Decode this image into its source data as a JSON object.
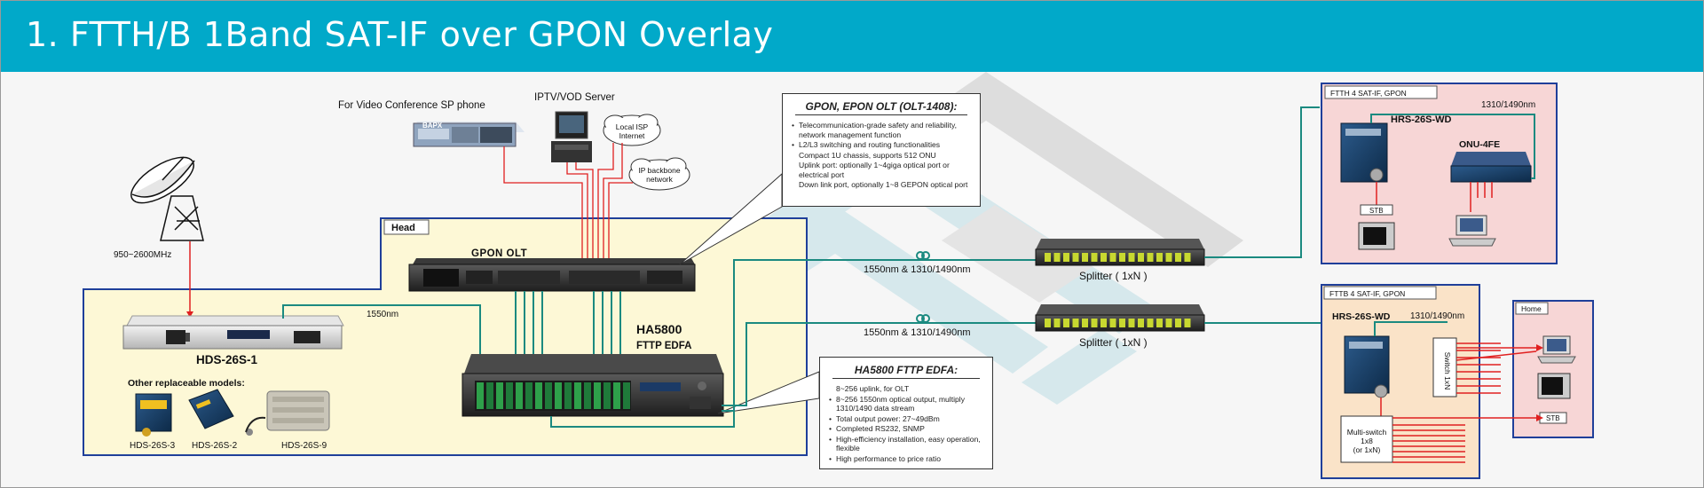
{
  "header": {
    "title": "1.   FTTH/B 1Band SAT-IF over GPON Overlay"
  },
  "head_box": {
    "label": "Head"
  },
  "top_devices": {
    "pbx_label": "For Video Conference SP phone",
    "pbx_brand": "BAPX",
    "iptv_label": "IPTV/VOD Server",
    "cloud_isp": [
      "Local ISP",
      "Internet"
    ],
    "cloud_backbone": [
      "IP backbone",
      "network"
    ]
  },
  "satellite": {
    "freq_label": "950~2600MHz"
  },
  "hds": {
    "name": "HDS-26S-1",
    "fiber_label": "1550nm",
    "other_title": "Other replaceable models:",
    "models": [
      "HDS-26S-3",
      "HDS-26S-2",
      "HDS-26S-9"
    ]
  },
  "gpon_olt": {
    "label": "GPON OLT"
  },
  "edfa": {
    "name": "HA5800",
    "sub": "FTTP EDFA"
  },
  "olt_info": {
    "title": "GPON, EPON OLT  (OLT-1408):",
    "items": [
      {
        "text": "Telecommunication-grade safety and reliability, network management function",
        "bullet": true
      },
      {
        "text": "L2/L3 switching and routing functionalities",
        "bullet": true
      },
      {
        "text": "Compact 1U chassis, supports 512 ONU",
        "bullet": false
      },
      {
        "text": "Uplink port: optionally 1~4giga optical port or electrical port",
        "bullet": false
      },
      {
        "text": "Down link port, optionally 1~8 GEPON optical port",
        "bullet": false
      }
    ]
  },
  "edfa_info": {
    "title": "HA5800 FTTP EDFA:",
    "items": [
      {
        "text": "8~256 uplink, for OLT",
        "bullet": false
      },
      {
        "text": "8~256 1550nm optical output, multiply 1310/1490 data stream",
        "bullet": true
      },
      {
        "text": "Total output power: 27~49dBm",
        "bullet": true
      },
      {
        "text": "Completed RS232, SNMP",
        "bullet": true
      },
      {
        "text": "High-efficiency installation, easy operation, flexible",
        "bullet": true
      },
      {
        "text": "High performance to price ratio",
        "bullet": true
      }
    ]
  },
  "links": {
    "wave_label_1": "1550nm & 1310/1490nm",
    "wave_label_2": "1550nm & 1310/1490nm",
    "splitter_1": "Splitter ( 1xN )",
    "splitter_2": "Splitter ( 1xN )"
  },
  "ftth": {
    "tag": "FTTH    4 SAT-IF,  GPON",
    "wave": "1310/1490nm",
    "device": "HRS-26S-WD",
    "onu": "ONU-4FE",
    "stb": "STB"
  },
  "fttb": {
    "tag": "FTTB    4 SAT-IF,  GPON",
    "wave": "1310/1490nm",
    "device": "HRS-26S-WD",
    "switch": "Switch 1xN",
    "multiswitch": [
      "Multi-switch",
      "1x8",
      "(or 1xN)"
    ]
  },
  "home": {
    "tag": "Home",
    "stb": "STB"
  },
  "colors": {
    "header": "#01a9c9",
    "fiber": "#1b8a80",
    "signal": "#e02020",
    "box_border": "#1f3f9a"
  }
}
